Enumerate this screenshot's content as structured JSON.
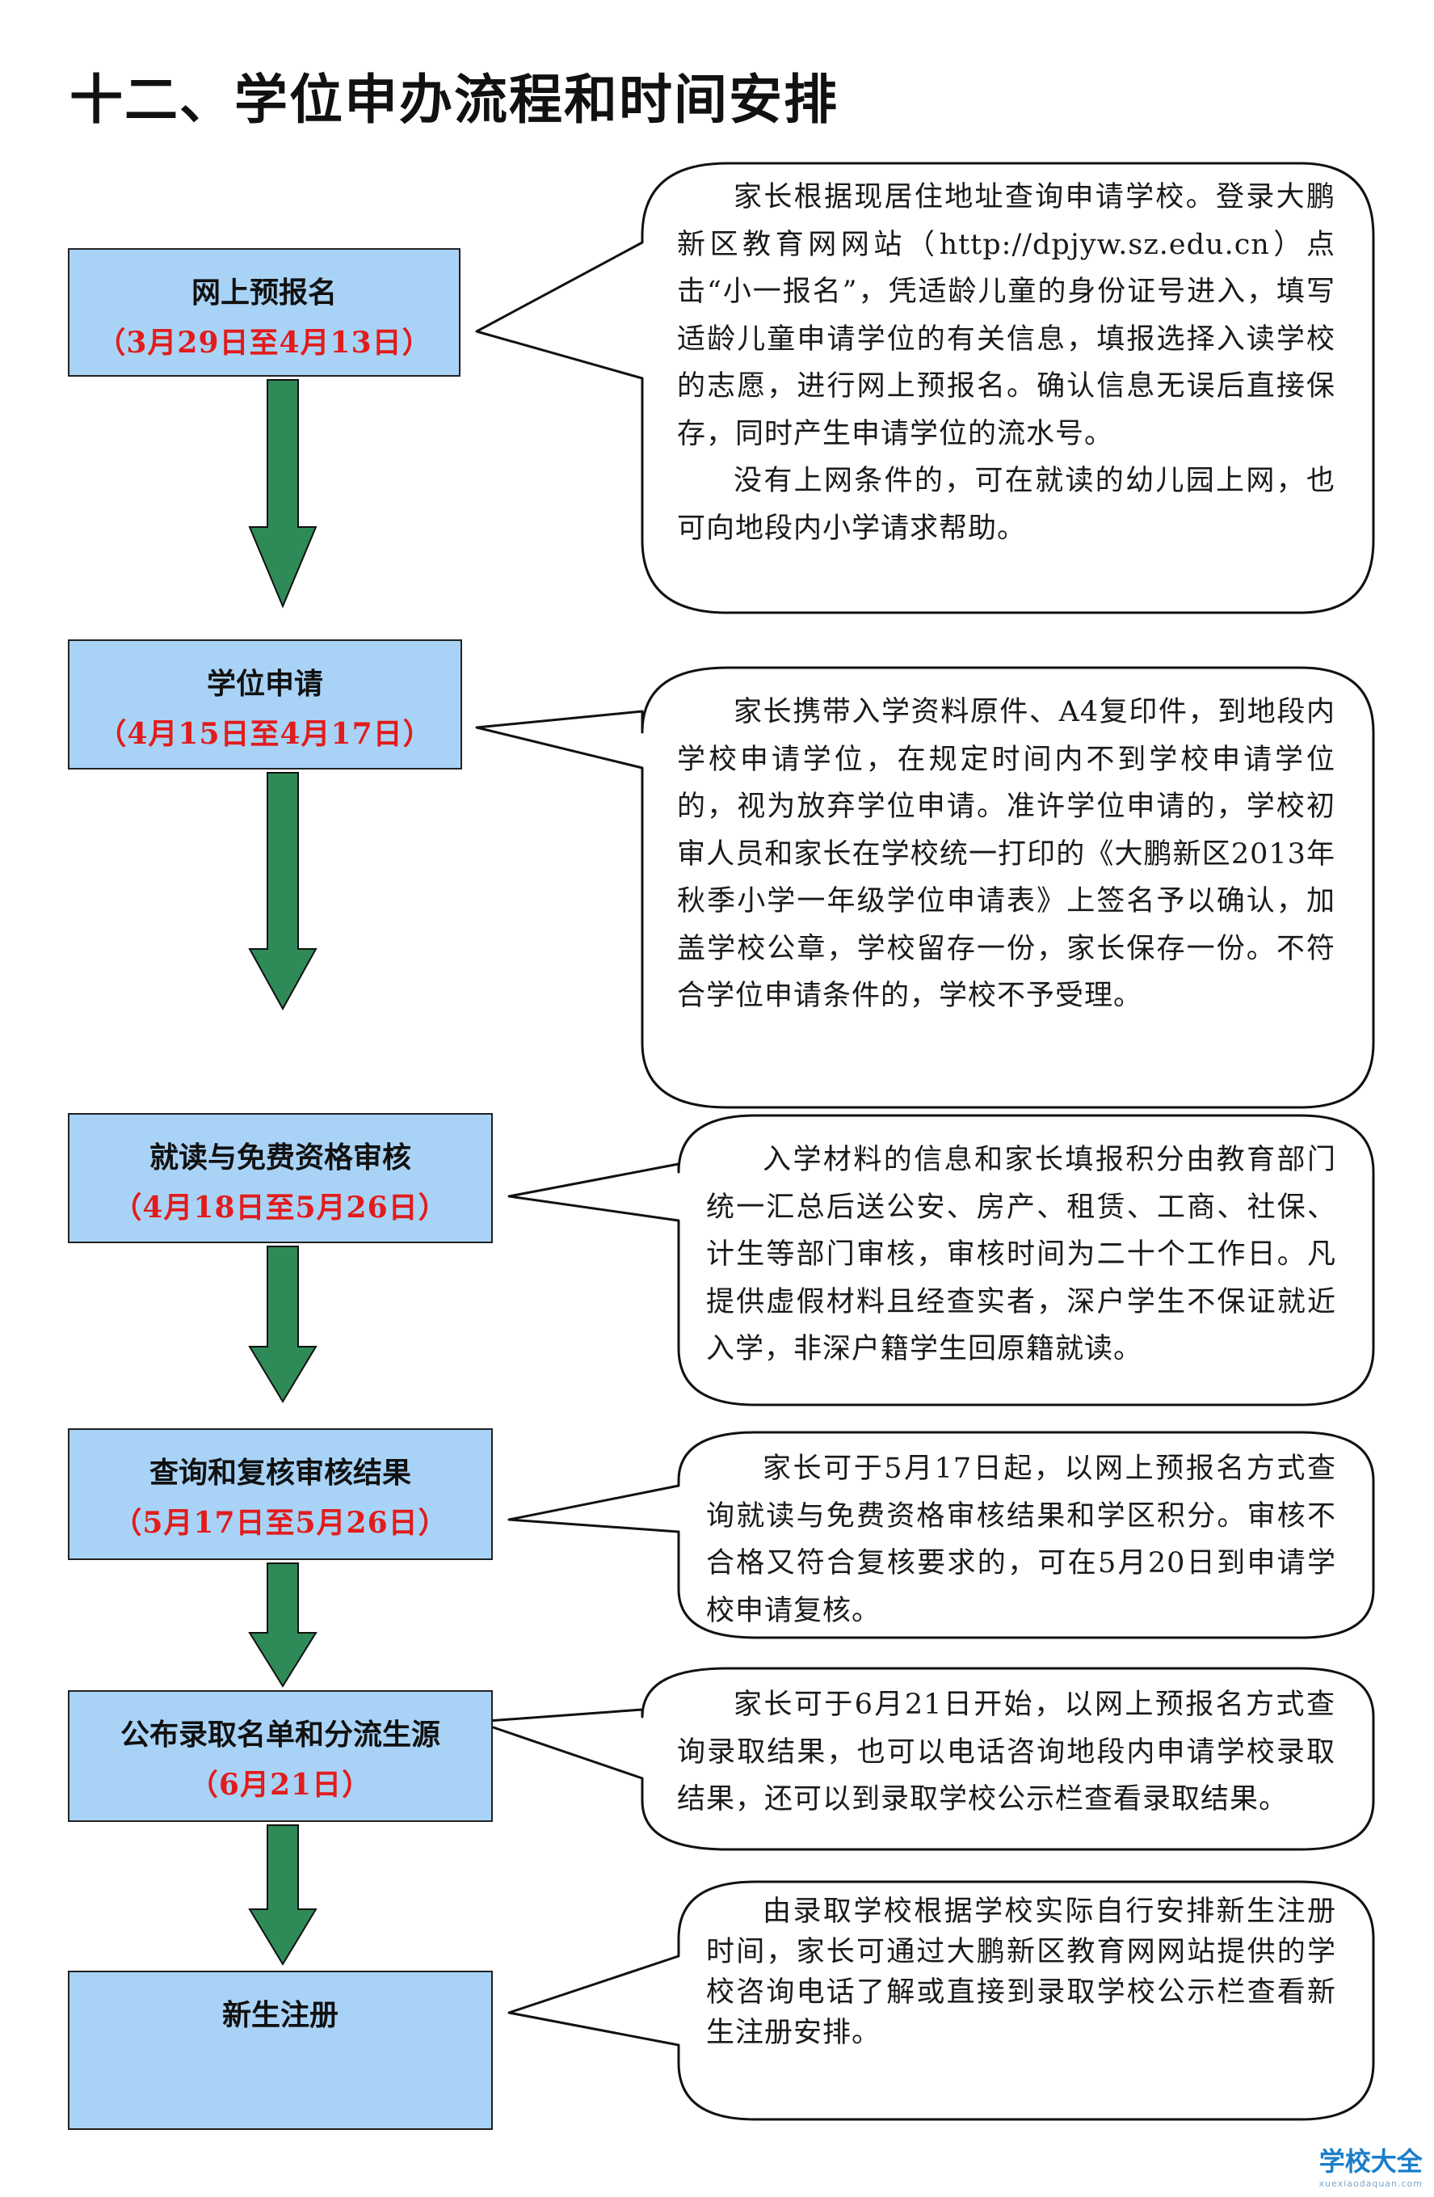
{
  "title": "十二、学位申办流程和时间安排",
  "colors": {
    "box_fill": "#a9d3f6",
    "date_text": "#e11c1c",
    "arrow_fill": "#2e8b57",
    "bubble_stroke": "#111111"
  },
  "steps": [
    {
      "label": "网上预报名",
      "date": "（3月29日至4月13日）"
    },
    {
      "label": "学位申请",
      "date": "（4月15日至4月17日）"
    },
    {
      "label": "就读与免费资格审核",
      "date": "（4月18日至5月26日）"
    },
    {
      "label": "查询和复核审核结果",
      "date": "（5月17日至5月26日）"
    },
    {
      "label": "公布录取名单和分流生源",
      "date": "（6月21日）"
    },
    {
      "label": "新生注册",
      "date": ""
    }
  ],
  "notes": [
    {
      "paragraphs": [
        "家长根据现居住地址查询申请学校。登录大鹏新区教育网网站（http://dpjyw.sz.edu.cn）点击“小一报名”，凭适龄儿童的身份证号进入，填写适龄儿童申请学位的有关信息，填报选择入读学校的志愿，进行网上预报名。确认信息无误后直接保存，同时产生申请学位的流水号。",
        "没有上网条件的，可在就读的幼儿园上网，也可向地段内小学请求帮助。"
      ]
    },
    {
      "paragraphs": [
        "家长携带入学资料原件、A4复印件，到地段内学校申请学位，在规定时间内不到学校申请学位的，视为放弃学位申请。准许学位申请的，学校初审人员和家长在学校统一打印的《大鹏新区2013年秋季小学一年级学位申请表》上签名予以确认，加盖学校公章，学校留存一份，家长保存一份。不符合学位申请条件的，学校不予受理。"
      ]
    },
    {
      "paragraphs": [
        "入学材料的信息和家长填报积分由教育部门统一汇总后送公安、房产、租赁、工商、社保、计生等部门审核，审核时间为二十个工作日。凡提供虚假材料且经查实者，深户学生不保证就近入学，非深户籍学生回原籍就读。"
      ]
    },
    {
      "paragraphs": [
        "家长可于5月17日起，以网上预报名方式查询就读与免费资格审核结果和学区积分。审核不合格又符合复核要求的，可在5月20日到申请学校申请复核。"
      ]
    },
    {
      "paragraphs": [
        "家长可于6月21日开始，以网上预报名方式查询录取结果，也可以电话咨询地段内申请学校录取结果，还可以到录取学校公示栏查看录取结果。"
      ]
    },
    {
      "paragraphs": [
        "由录取学校根据学校实际自行安排新生注册时间，家长可通过大鹏新区教育网网站提供的学校咨询电话了解或直接到录取学校公示栏查看新生注册安排。"
      ]
    }
  ],
  "watermark": {
    "name": "学校大全",
    "url": "xuexiaodaquan.com"
  }
}
